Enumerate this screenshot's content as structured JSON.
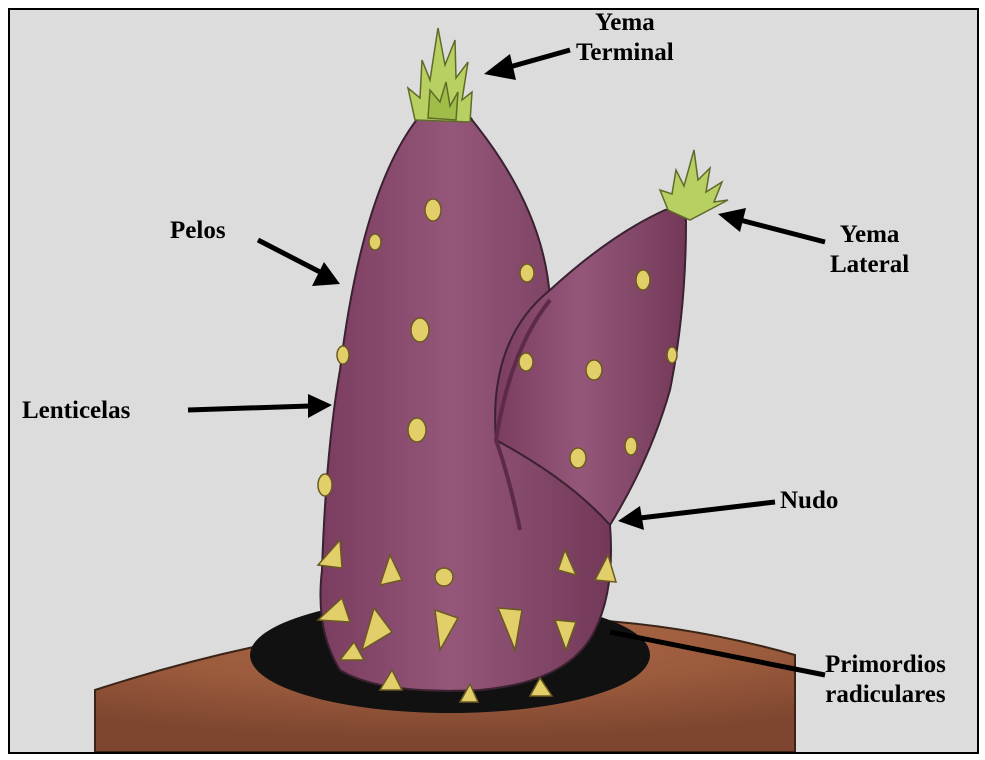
{
  "labels": {
    "yema_terminal": [
      "Yema",
      "Terminal"
    ],
    "pelos": "Pelos",
    "yema_lateral": [
      "Yema",
      "Lateral"
    ],
    "lenticelas": "Lenticelas",
    "nudo": "Nudo",
    "primordios": [
      "Primordios",
      "radiculares"
    ]
  },
  "colors": {
    "background": "#dcdcdc",
    "soil": "#9a5a3c",
    "tuber": "#8a4a6e",
    "bud": "#b8cf62",
    "lenticel": "#e2cf6a"
  }
}
